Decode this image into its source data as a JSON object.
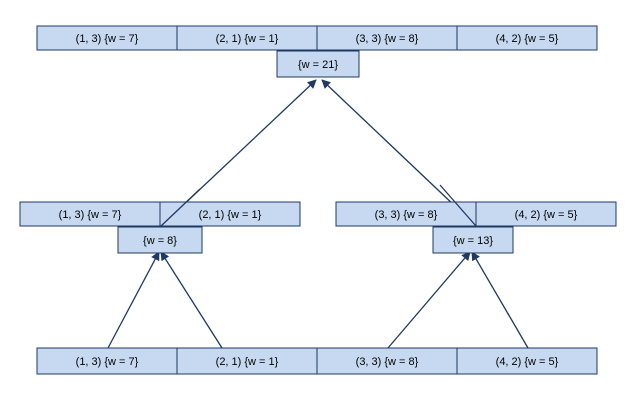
{
  "top_level": {
    "elements": [
      "(1, 3) {w = 7}",
      "(2, 1) {w = 1}",
      "(3, 3) {w = 8}",
      "(4, 2) {w = 5}"
    ],
    "weight": "{w = 21}"
  },
  "middle_level": {
    "left_group": {
      "elements": [
        "(1, 3) {w = 7}",
        "(2, 1) {w = 1}"
      ],
      "weight": "{w = 8}"
    },
    "right_group": {
      "elements": [
        "(3, 3) {w = 8}",
        "(4, 2) {w = 5}"
      ],
      "weight": "{w = 13}"
    }
  },
  "bottom_level": {
    "elements": [
      "(1, 3) {w = 7}",
      "(2, 1) {w = 1}",
      "(3, 3) {w = 8}",
      "(4, 2) {w = 5}"
    ]
  },
  "colors": {
    "box_fill": "#c6d9f1",
    "box_border": "#1f3864",
    "arrow": "#1f3864"
  }
}
